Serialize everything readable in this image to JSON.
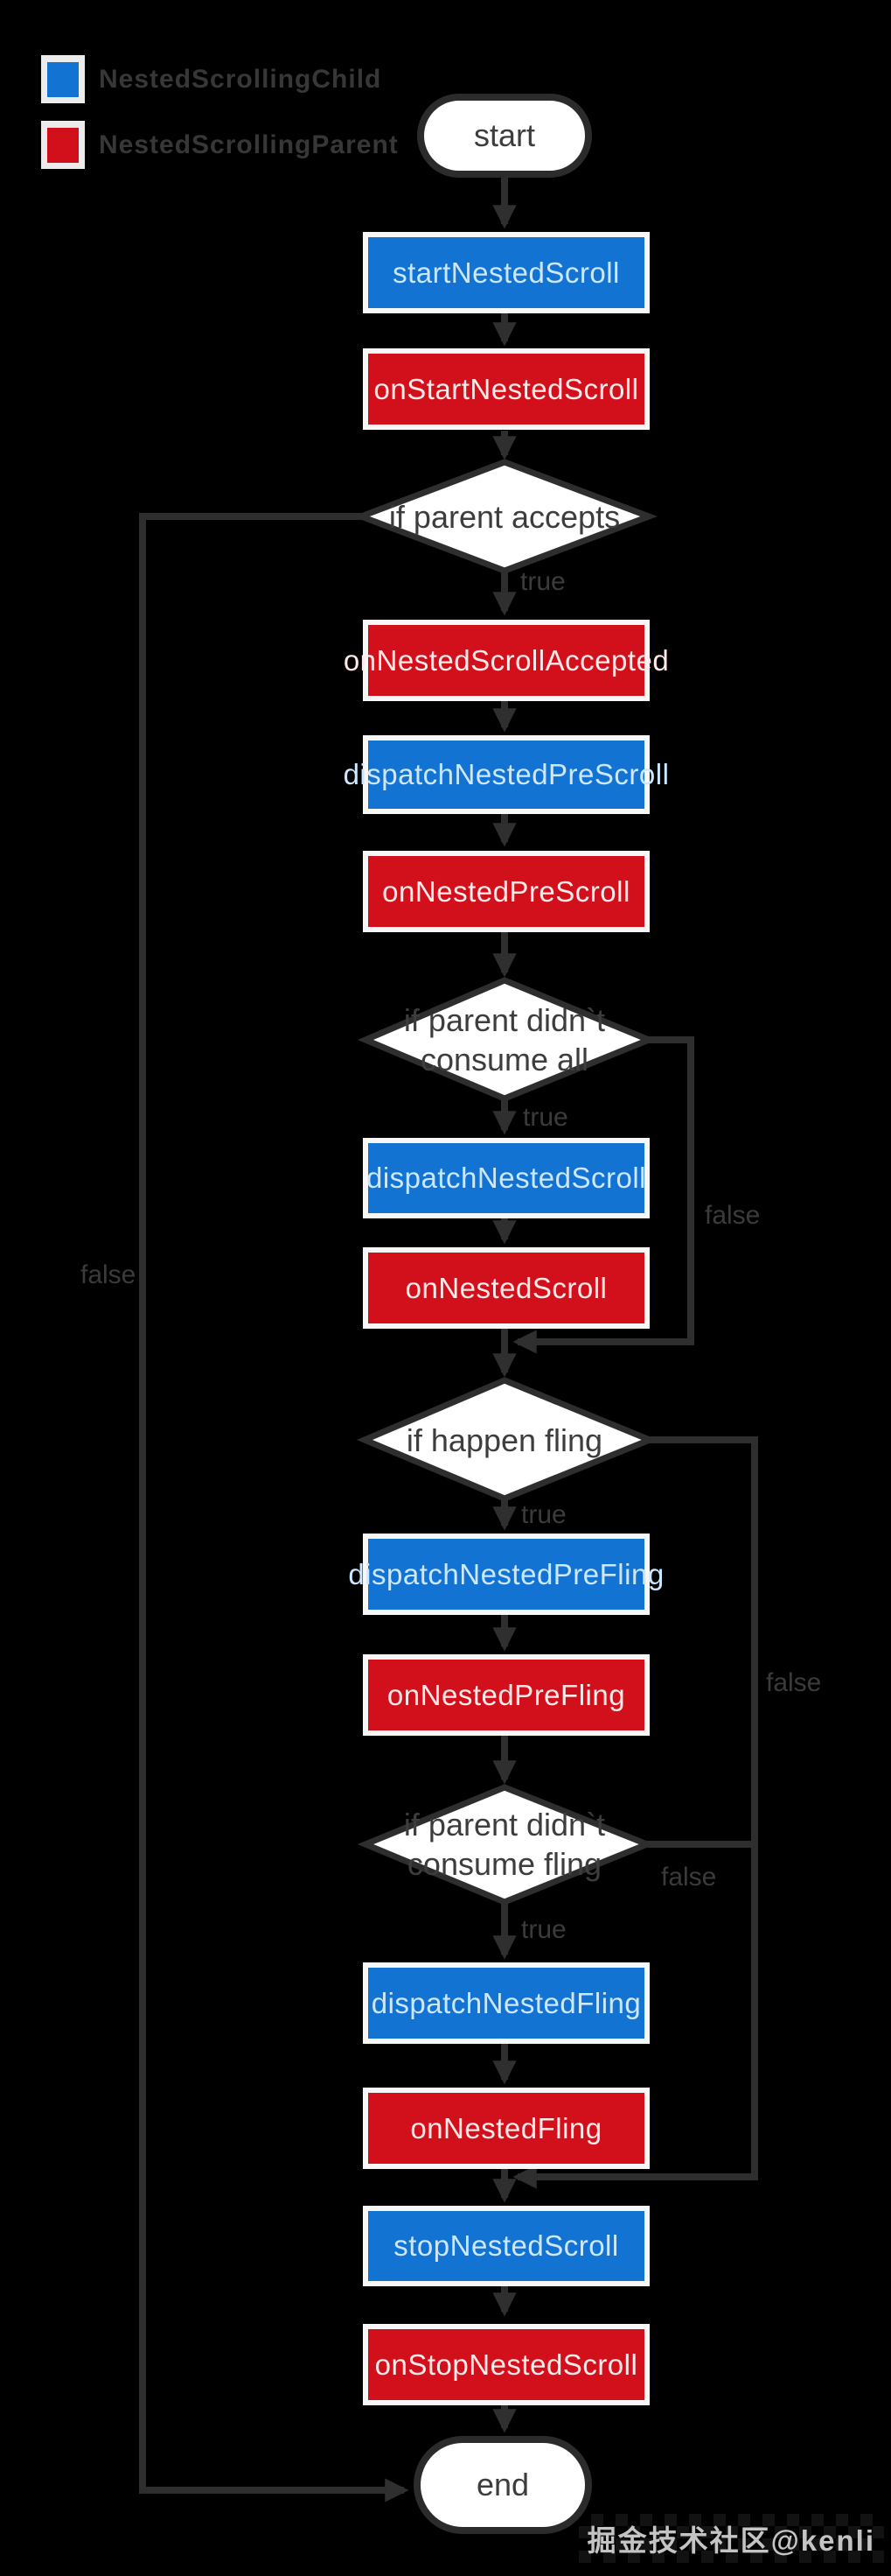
{
  "legend": {
    "items": [
      {
        "label": "NestedScrollingChild",
        "color": "#1273d2",
        "role": "child"
      },
      {
        "label": "NestedScrollingParent",
        "color": "#d2101c",
        "role": "parent"
      }
    ]
  },
  "terminals": {
    "start": "start",
    "end": "end"
  },
  "steps": {
    "startNestedScroll": {
      "label": "startNestedScroll",
      "owner": "child"
    },
    "onStartNestedScroll": {
      "label": "onStartNestedScroll",
      "owner": "parent"
    },
    "onNestedScrollAccepted": {
      "label": "onNestedScrollAccepted",
      "owner": "parent"
    },
    "dispatchNestedPreScroll": {
      "label": "dispatchNestedPreScroll",
      "owner": "child"
    },
    "onNestedPreScroll": {
      "label": "onNestedPreScroll",
      "owner": "parent"
    },
    "dispatchNestedScroll": {
      "label": "dispatchNestedScroll",
      "owner": "child"
    },
    "onNestedScroll": {
      "label": "onNestedScroll",
      "owner": "parent"
    },
    "dispatchNestedPreFling": {
      "label": "dispatchNestedPreFling",
      "owner": "child"
    },
    "onNestedPreFling": {
      "label": "onNestedPreFling",
      "owner": "parent"
    },
    "dispatchNestedFling": {
      "label": "dispatchNestedFling",
      "owner": "child"
    },
    "onNestedFling": {
      "label": "onNestedFling",
      "owner": "parent"
    },
    "stopNestedScroll": {
      "label": "stopNestedScroll",
      "owner": "child"
    },
    "onStopNestedScroll": {
      "label": "onStopNestedScroll",
      "owner": "parent"
    }
  },
  "decisions": {
    "parent_accepts": "if  parent accepts",
    "parent_didnt_consume_all": "if  parent didn`t\nconsume all",
    "happen_fling": "if  happen fling",
    "parent_didnt_consume_fling": "if  parent didn`t\nconsume fling"
  },
  "edge_labels": {
    "true_label": "true",
    "false_label": "false"
  },
  "watermark": "掘金技术社区@kenli",
  "colors": {
    "background": "#000000",
    "child_blue": "#1273d2",
    "parent_red": "#d2101c",
    "connector": "#2e2e2e",
    "node_fill": "#ffffff"
  }
}
